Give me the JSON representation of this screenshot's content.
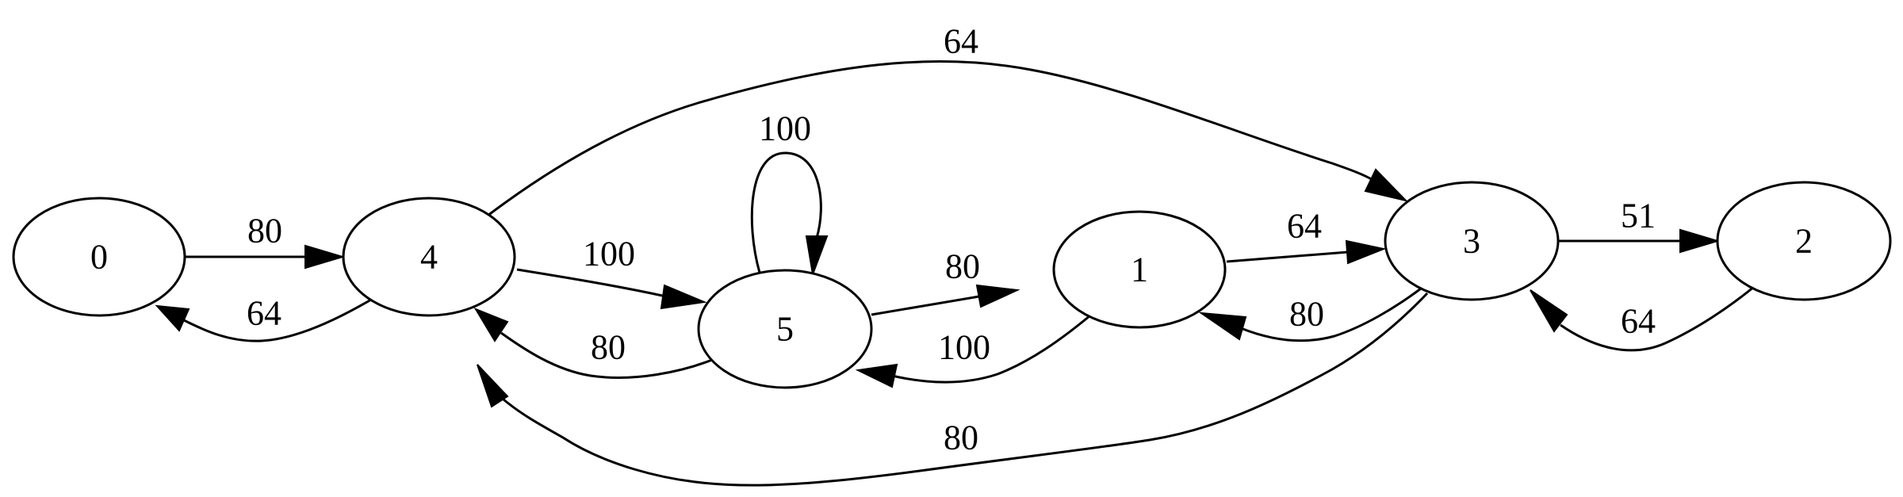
{
  "graph": {
    "nodes": [
      {
        "id": "n0",
        "label": "0"
      },
      {
        "id": "n4",
        "label": "4"
      },
      {
        "id": "n5",
        "label": "5"
      },
      {
        "id": "n1",
        "label": "1"
      },
      {
        "id": "n3",
        "label": "3"
      },
      {
        "id": "n2",
        "label": "2"
      }
    ],
    "edges": [
      {
        "id": "e-0-4",
        "from": "0",
        "to": "4",
        "label": "80"
      },
      {
        "id": "e-4-0",
        "from": "4",
        "to": "0",
        "label": "64"
      },
      {
        "id": "e-4-5",
        "from": "4",
        "to": "5",
        "label": "100"
      },
      {
        "id": "e-5-4",
        "from": "5",
        "to": "4",
        "label": "80"
      },
      {
        "id": "e-5-5",
        "from": "5",
        "to": "5",
        "label": "100"
      },
      {
        "id": "e-5-1",
        "from": "5",
        "to": "1",
        "label": "80"
      },
      {
        "id": "e-1-5",
        "from": "1",
        "to": "5",
        "label": "100"
      },
      {
        "id": "e-1-3",
        "from": "1",
        "to": "3",
        "label": "64"
      },
      {
        "id": "e-3-1",
        "from": "3",
        "to": "1",
        "label": "80"
      },
      {
        "id": "e-4-3",
        "from": "4",
        "to": "3",
        "label": "64"
      },
      {
        "id": "e-3-4",
        "from": "3",
        "to": "4",
        "label": "80"
      },
      {
        "id": "e-3-2",
        "from": "3",
        "to": "2",
        "label": "51"
      },
      {
        "id": "e-2-3",
        "from": "2",
        "to": "3",
        "label": "64"
      }
    ]
  }
}
